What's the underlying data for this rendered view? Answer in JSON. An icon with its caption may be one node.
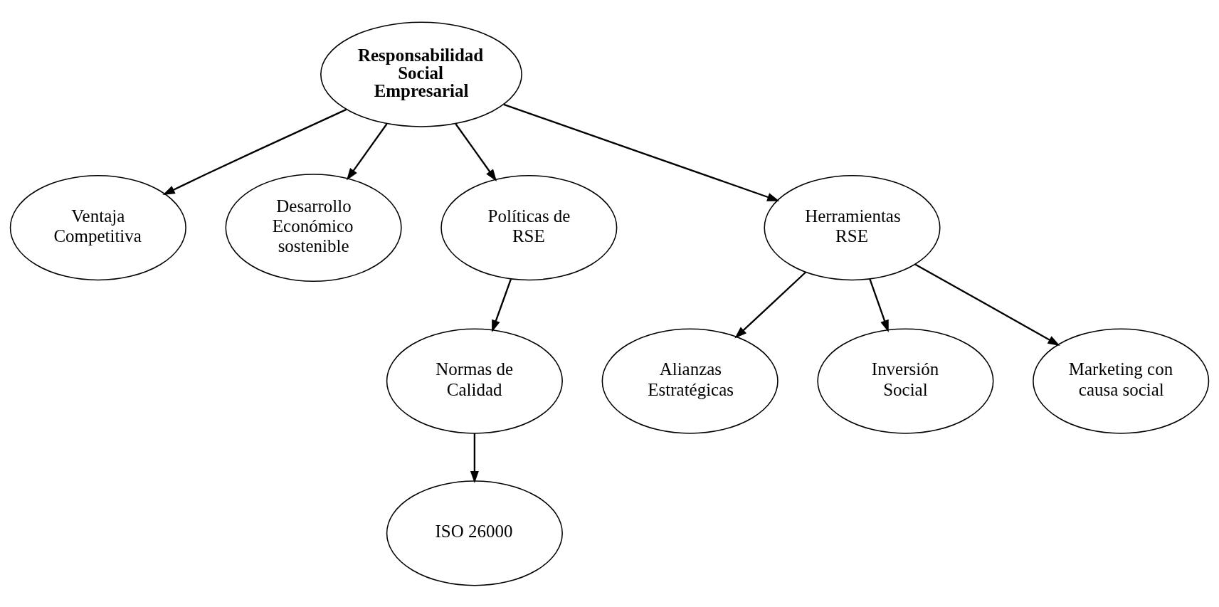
{
  "diagram": {
    "nodes": [
      {
        "text": [
          "Responsabilidad Social Empresarial"
        ]
      },
      {
        "text": [
          "Ventaja Competitiva"
        ]
      },
      {
        "text": [
          "Desarrollo Económico sostenible"
        ]
      },
      {
        "text": [
          "Políticas de RSE"
        ]
      },
      {
        "text": [
          "Normas de Calidad"
        ]
      },
      {
        "text": [
          "ISO 26000"
        ]
      },
      {
        "text": [
          "Herramientas RSE"
        ]
      },
      {
        "text": [
          "Alianzas Estratégicas"
        ]
      },
      {
        "text": [
          "Inversión Social"
        ]
      },
      {
        "text": [
          "Marketing con causa social"
        ]
      }
    ],
    "edges": [
      {
        "from": 0,
        "to": 1,
        "arrow": "to"
      },
      {
        "from": 0,
        "to": 2,
        "arrow": "to"
      },
      {
        "from": 0,
        "to": 3,
        "arrow": "to"
      },
      {
        "from": 3,
        "to": 4,
        "arrow": "to"
      },
      {
        "from": 4,
        "to": 5,
        "arrow": "to"
      },
      {
        "from": 0,
        "to": 6,
        "arrow": "to"
      },
      {
        "from": 6,
        "to": 7,
        "arrow": "to"
      },
      {
        "from": 6,
        "to": 8,
        "arrow": "to"
      },
      {
        "from": 6,
        "to": 9,
        "arrow": "to"
      }
    ]
  }
}
